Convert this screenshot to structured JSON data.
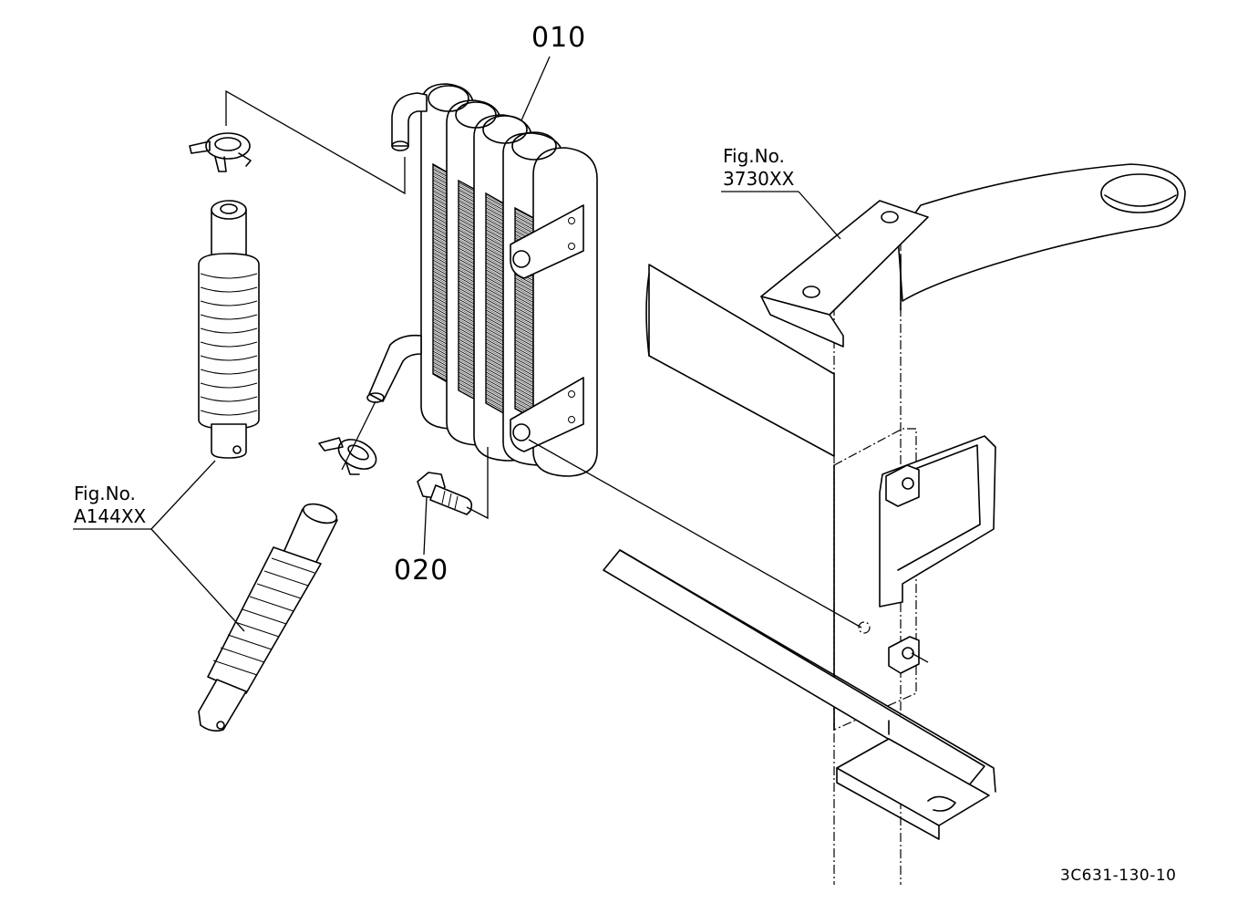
{
  "parts": [
    {
      "number": "010"
    },
    {
      "number": "020"
    }
  ],
  "figure_references": [
    {
      "line1": "Fig.No.",
      "line2": "3730XX"
    },
    {
      "line1": "Fig.No.",
      "line2": "A144XX"
    }
  ],
  "drawing_id": "3C631-130-10"
}
